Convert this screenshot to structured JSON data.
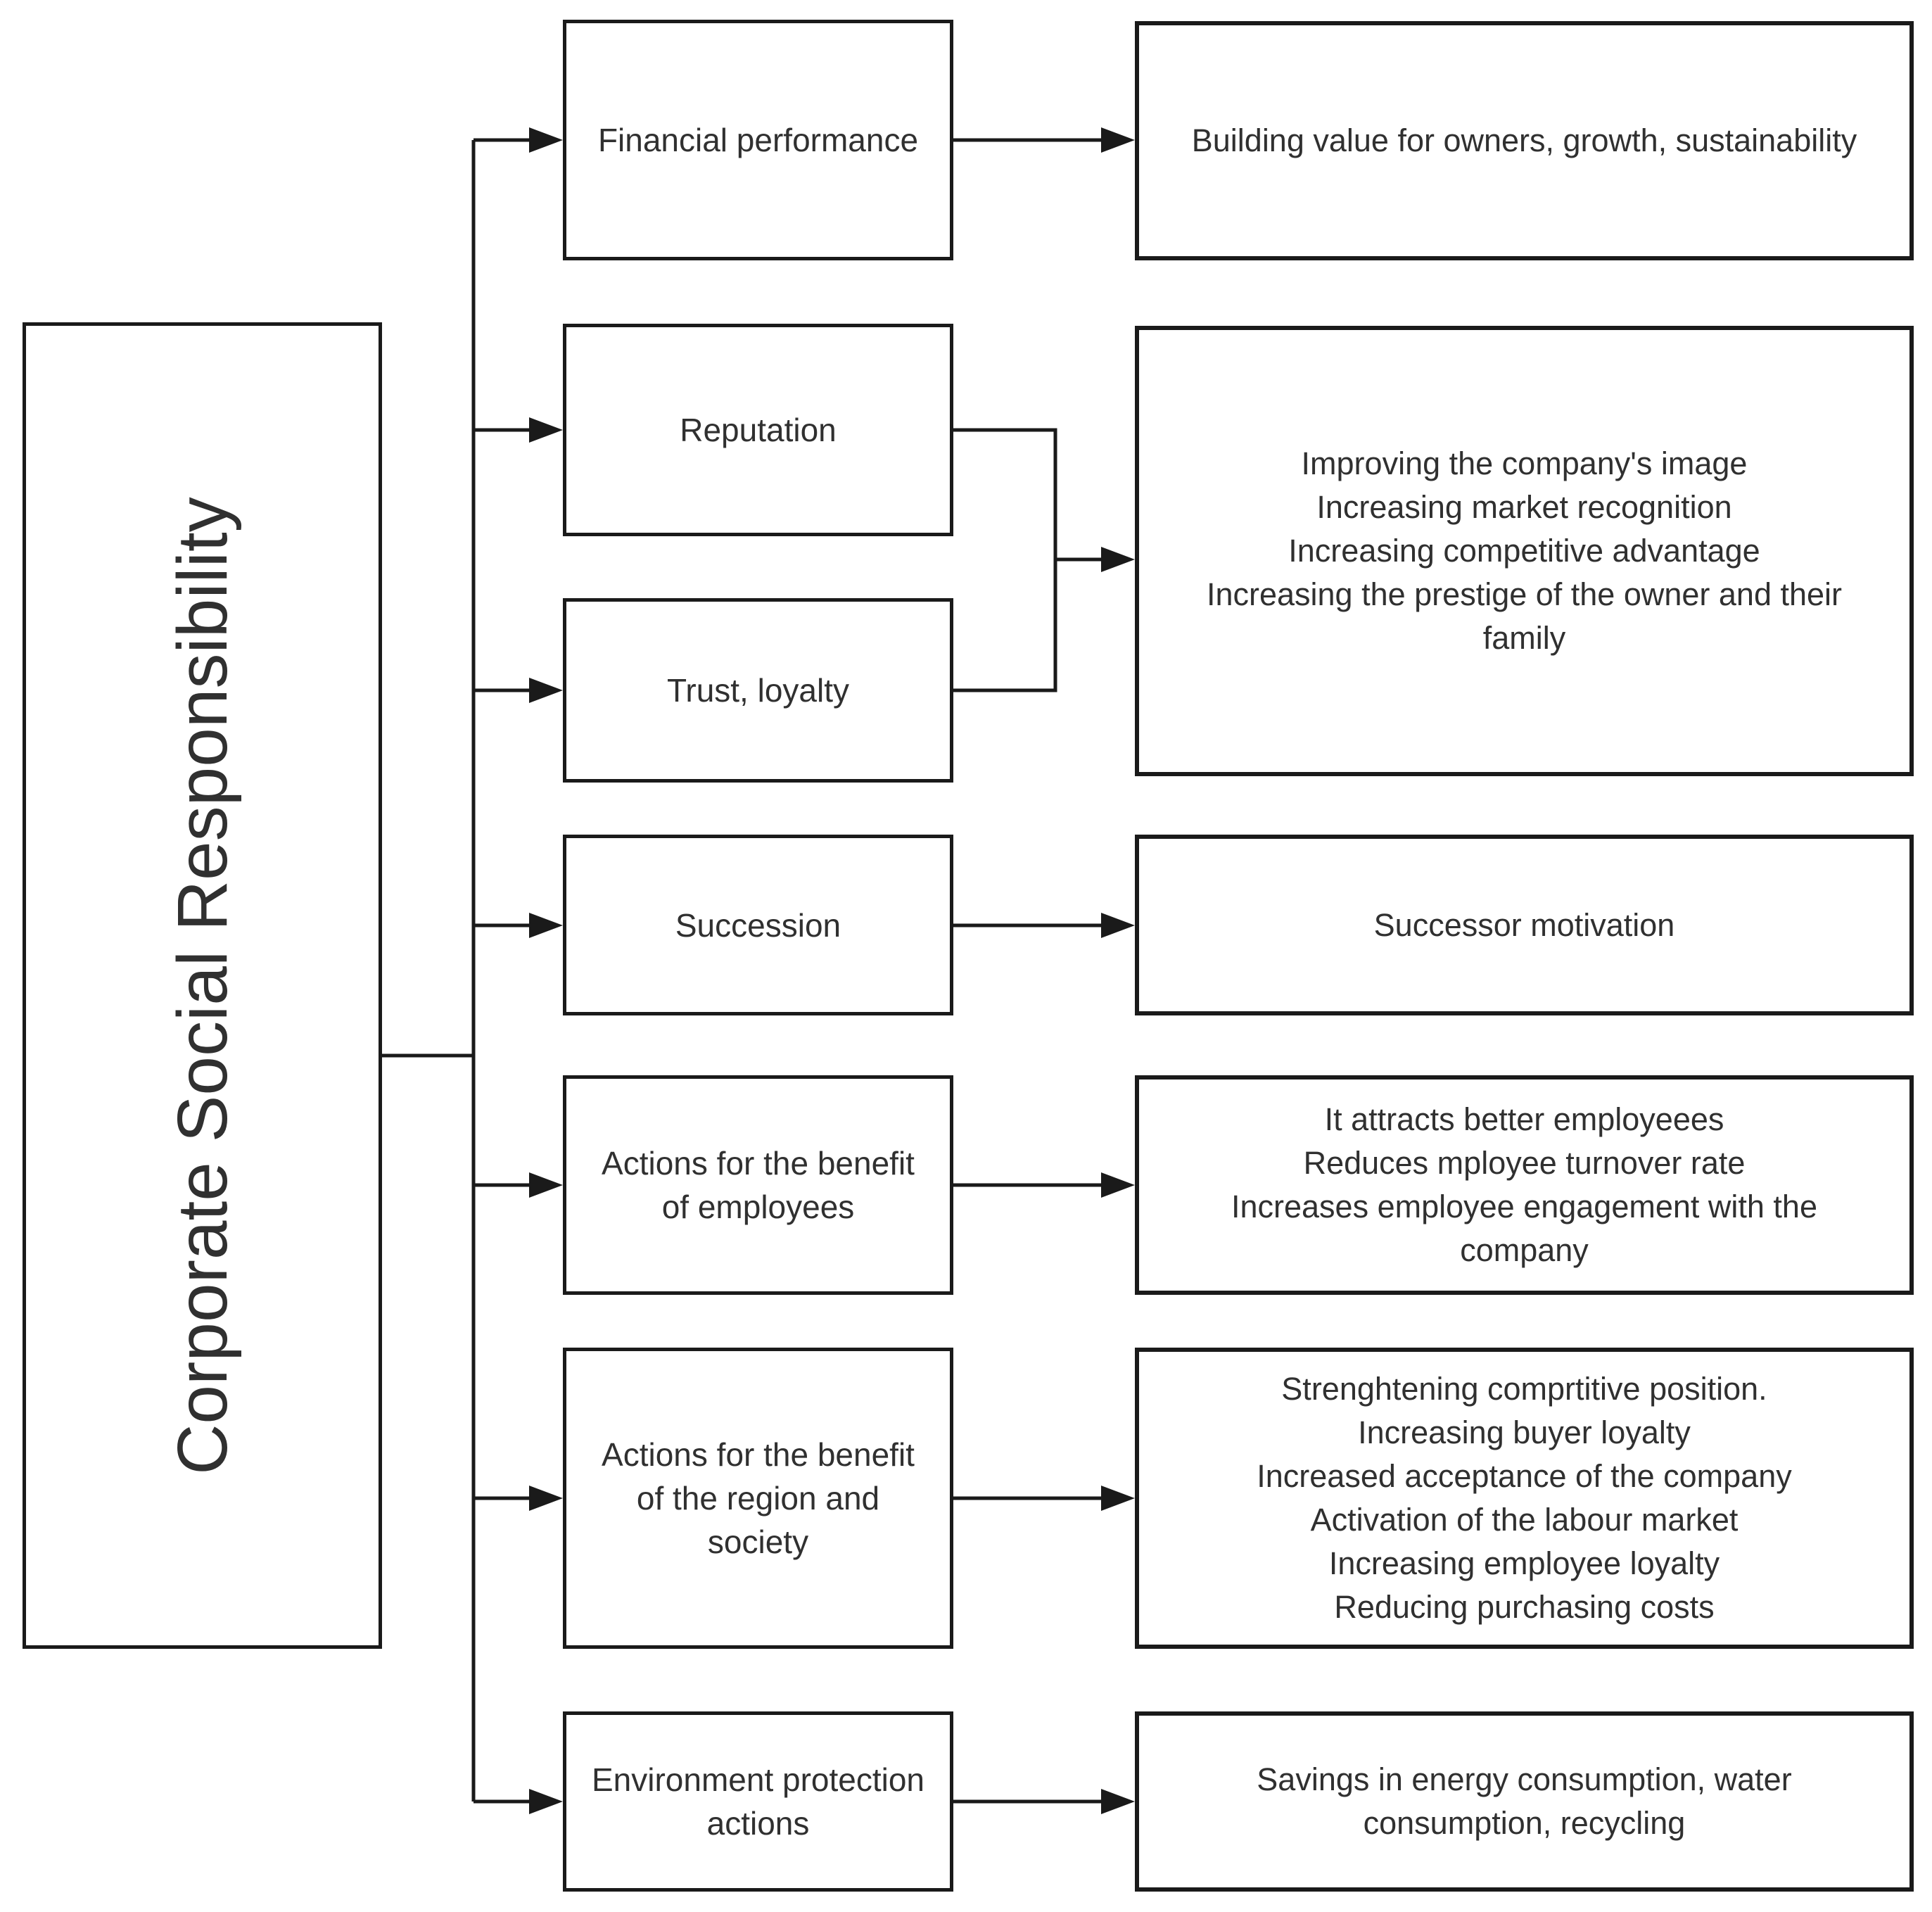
{
  "diagram_title": "Corporate Social Responsibility flowchart",
  "colors": {
    "background": "#ffffff",
    "line": "#1a1a1a",
    "text": "#303030",
    "node_fill": "#ffffff"
  },
  "root": {
    "label": "Corporate Social Responsibility"
  },
  "categories": [
    {
      "label": "Financial performance"
    },
    {
      "label": "Reputation"
    },
    {
      "label": "Trust, loyalty"
    },
    {
      "label": "Succession"
    },
    {
      "label": "Actions for the benefit\nof employees"
    },
    {
      "label": "Actions for the benefit\nof the region and\nsociety"
    },
    {
      "label": "Environment protection\nactions"
    }
  ],
  "outcomes": [
    {
      "text": "Building value for owners, growth, sustainability"
    },
    {
      "text": "Improving the company's image\nIncreasing market recognition\nIncreasing competitive advantage\nIncreasing the prestige of the owner and their\nfamily"
    },
    {
      "text": "Successor motivation"
    },
    {
      "text": "It attracts better employeees\nReduces mployee turnover rate\nIncreases employee engagement with the\ncompany"
    },
    {
      "text": "Strenghtening comprtitive position.\nIncreasing buyer loyalty\nIncreased acceptance of the company\nActivation of the labour market\nIncreasing employee loyalty\nReducing purchasing costs"
    },
    {
      "text": "Savings in energy consumption, water\nconsumption, recycling"
    }
  ],
  "edges": [
    {
      "from": "Corporate Social Responsibility",
      "to": "Financial performance"
    },
    {
      "from": "Corporate Social Responsibility",
      "to": "Reputation"
    },
    {
      "from": "Corporate Social Responsibility",
      "to": "Trust, loyalty"
    },
    {
      "from": "Corporate Social Responsibility",
      "to": "Succession"
    },
    {
      "from": "Corporate Social Responsibility",
      "to": "Actions for the benefit of employees"
    },
    {
      "from": "Corporate Social Responsibility",
      "to": "Actions for the benefit of the region and society"
    },
    {
      "from": "Corporate Social Responsibility",
      "to": "Environment protection actions"
    },
    {
      "from": "Financial performance",
      "to": "Building value for owners, growth, sustainability"
    },
    {
      "from": "Reputation + Trust, loyalty",
      "to": "Improving the company's image ..."
    },
    {
      "from": "Succession",
      "to": "Successor motivation"
    },
    {
      "from": "Actions for the benefit of employees",
      "to": "It attracts better employeees ..."
    },
    {
      "from": "Actions for the benefit of the region and society",
      "to": "Strenghtening comprtitive position. ..."
    },
    {
      "from": "Environment protection actions",
      "to": "Savings in energy consumption, water consumption, recycling"
    }
  ]
}
